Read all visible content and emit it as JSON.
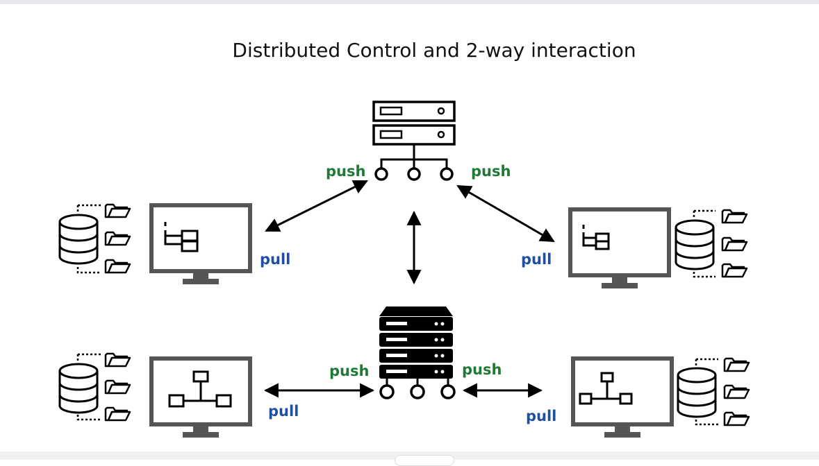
{
  "title": "Distributed Control and 2-way interaction",
  "labels": {
    "push_top_left": "push",
    "push_top_right": "push",
    "pull_mid_left": "pull",
    "pull_mid_right": "pull",
    "push_bottom_left": "push",
    "push_bottom_right": "push",
    "pull_bottom_left": "pull",
    "pull_bottom_right": "pull"
  },
  "colors": {
    "push": "#1e7a34",
    "pull": "#1f4fa0",
    "monitor": "#555555",
    "stroke": "#000000"
  },
  "icons": [
    "server-rack-icon",
    "server-stack-icon",
    "database-icon",
    "folder-icon",
    "monitor-icon",
    "folder-tree-icon",
    "double-arrow-icon"
  ]
}
